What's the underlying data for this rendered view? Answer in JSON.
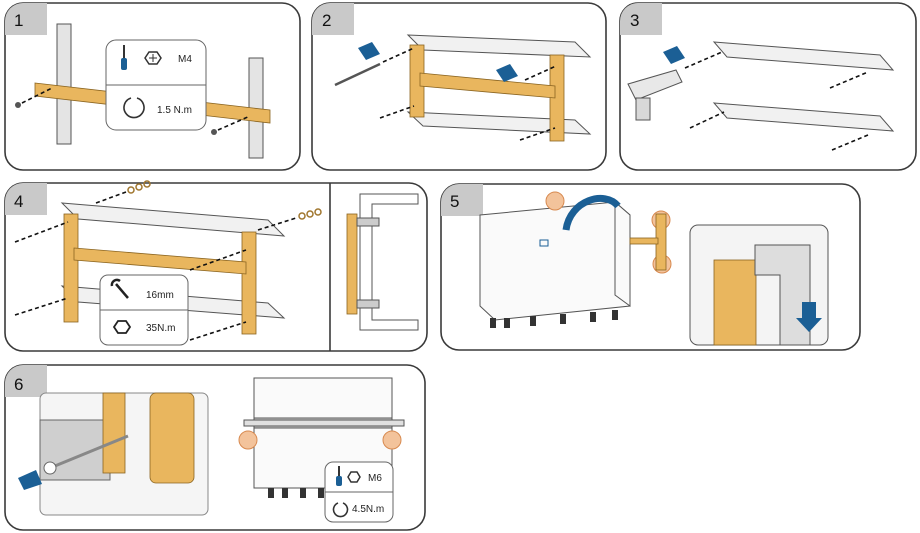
{
  "steps": {
    "s1": {
      "number": "1",
      "torque": "1.5 N.m",
      "bolt": "M4"
    },
    "s2": {
      "number": "2"
    },
    "s3": {
      "number": "3"
    },
    "s4": {
      "number": "4",
      "wrench_size": "16mm",
      "torque": "35N.m"
    },
    "s5": {
      "number": "5"
    },
    "s6": {
      "number": "6",
      "bolt": "M6",
      "torque": "4.5N.m"
    }
  },
  "icons": [
    "screwdriver-icon",
    "bolt-icon",
    "rotate-icon",
    "wrench-icon",
    "nut-icon",
    "drill-icon",
    "arrow-icon"
  ],
  "colors": {
    "bracket": "#e9b65e",
    "arrow": "#1b5f95",
    "highlight": "#f3c39b",
    "panel_tab": "#c9c9c9"
  }
}
